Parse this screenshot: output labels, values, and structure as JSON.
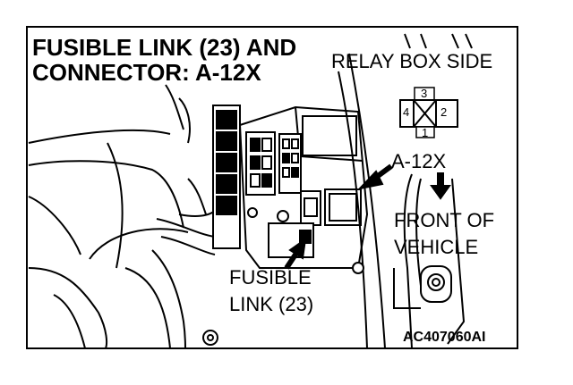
{
  "title": {
    "line1": "FUSIBLE LINK (23) AND",
    "line2": "CONNECTOR: A-12X"
  },
  "relay_box_side": "RELAY BOX SIDE",
  "connector_pins": {
    "top": "3",
    "left": "4",
    "right": "2",
    "bottom": "1"
  },
  "connector_label": "A-12X",
  "front_of_vehicle": {
    "line1": "FRONT OF",
    "line2": "VEHICLE"
  },
  "fusible_link": {
    "line1": "FUSIBLE",
    "line2": "LINK (23)"
  },
  "figure_code": "AC407060AI",
  "colors": {
    "ink": "#000000",
    "paper": "#ffffff",
    "shade": "#d9d9d9"
  }
}
